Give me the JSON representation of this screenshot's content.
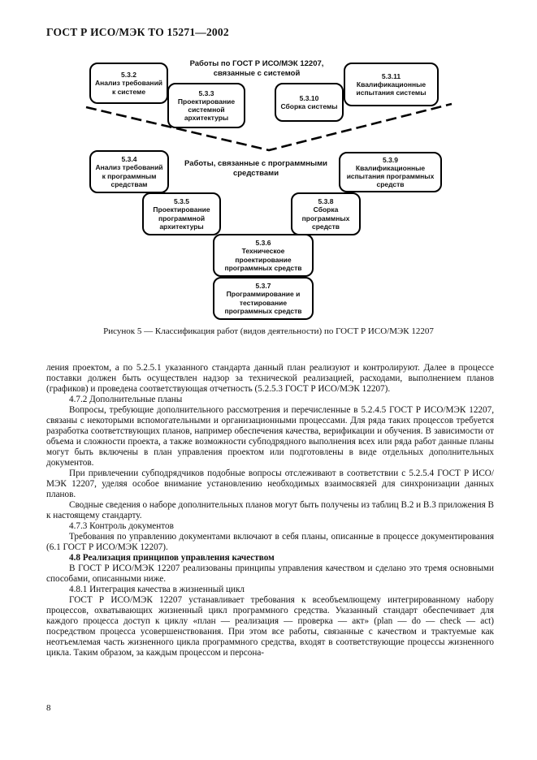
{
  "page": {
    "header": "ГОСТ Р ИСО/МЭК ТО 15271—2002",
    "page_number": "8"
  },
  "figure": {
    "caption": "Рисунок 5 — Классификация работ (видов деятельности) по ГОСТ Р ИСО/МЭК 12207",
    "system_label": "Работы по ГОСТ Р ИСО/МЭК 12207, связанные с системой",
    "software_label": "Работы, связанные с программными средствами",
    "boxes": [
      {
        "id": "5.3.2",
        "label": "Анализ требований к системе"
      },
      {
        "id": "5.3.3",
        "label": "Проектирование системной архитектуры"
      },
      {
        "id": "5.3.10",
        "label": "Сборка системы"
      },
      {
        "id": "5.3.11",
        "label": "Квалификационные испытания системы"
      },
      {
        "id": "5.3.4",
        "label": "Анализ требований к программным средствам"
      },
      {
        "id": "5.3.9",
        "label": "Квалификационные испытания программных средств"
      },
      {
        "id": "5.3.5",
        "label": "Проектирование программной архитектуры"
      },
      {
        "id": "5.3.8",
        "label": "Сборка программных средств"
      },
      {
        "id": "5.3.6",
        "label": "Техническое проектирование программных средств"
      },
      {
        "id": "5.3.7",
        "label": "Программирование и тестирование программных средств"
      }
    ]
  },
  "body": {
    "paragraphs": [
      {
        "text": "ления проектом, а по 5.2.5.1 указанного стандарта данный план реализуют и контролируют. Далее в процессе поставки должен быть осуществлен надзор за технической реализацией, расходами, выполнением планов (графиков) и проведена соответствующая отчетность (5.2.5.3 ГОСТ Р ИСО/МЭК 12207)."
      },
      {
        "text": "4.7.2 Дополнительные планы"
      },
      {
        "text": "Вопросы, требующие дополнительного рассмотрения и перечисленные в 5.2.4.5 ГОСТ Р ИСО/МЭК 12207, связаны с некоторыми вспомогательными и организационными процессами. Для ряда таких процессов требуется разработка соответствующих планов, например обеспечения качества, верификации и обучения. В зависимости от объема и сложности проекта, а также возможности субподрядного выполнения всех или ряда работ данные планы могут быть включены в план управления проектом или подготовлены в виде отдельных дополнительных документов."
      },
      {
        "text": "При привлечении субподрядчиков подобные вопросы отслеживают в соответствии с 5.2.5.4 ГОСТ Р ИСО/МЭК 12207, уделяя особое внимание установлению необходимых взаимосвязей для синхронизации данных планов."
      },
      {
        "text": "Сводные сведения о наборе дополнительных планов могут быть получены из таблиц В.2 и В.3 приложения В к настоящему стандарту."
      },
      {
        "text": "4.7.3 Контроль документов"
      },
      {
        "text": "Требования по управлению документами включают в себя планы, описанные в процессе документирования (6.1 ГОСТ Р ИСО/МЭК 12207)."
      },
      {
        "text": "4.8 Реализация принципов управления качеством"
      },
      {
        "text": "В ГОСТ Р ИСО/МЭК 12207 реализованы принципы управления качеством и сделано это тремя основными способами, описанными ниже."
      },
      {
        "text": "4.8.1 Интеграция качества в жизненный цикл"
      },
      {
        "text": "ГОСТ Р ИСО/МЭК 12207 устанавливает требования к всеобъемлющему интегрированному набору процессов, охватывающих жизненный цикл программного средства. Указанный стандарт обеспечивает для каждого процесса доступ к циклу «план — реализация — проверка — акт» (plan — do — check — act) посредством процесса усовершенствования. При этом все работы, связанные с качеством и трактуемые как неотъемлемая часть жизненного цикла программного средства, входят в соответствующие процессы жизненного цикла. Таким образом, за каждым процессом и персона-"
      }
    ]
  }
}
